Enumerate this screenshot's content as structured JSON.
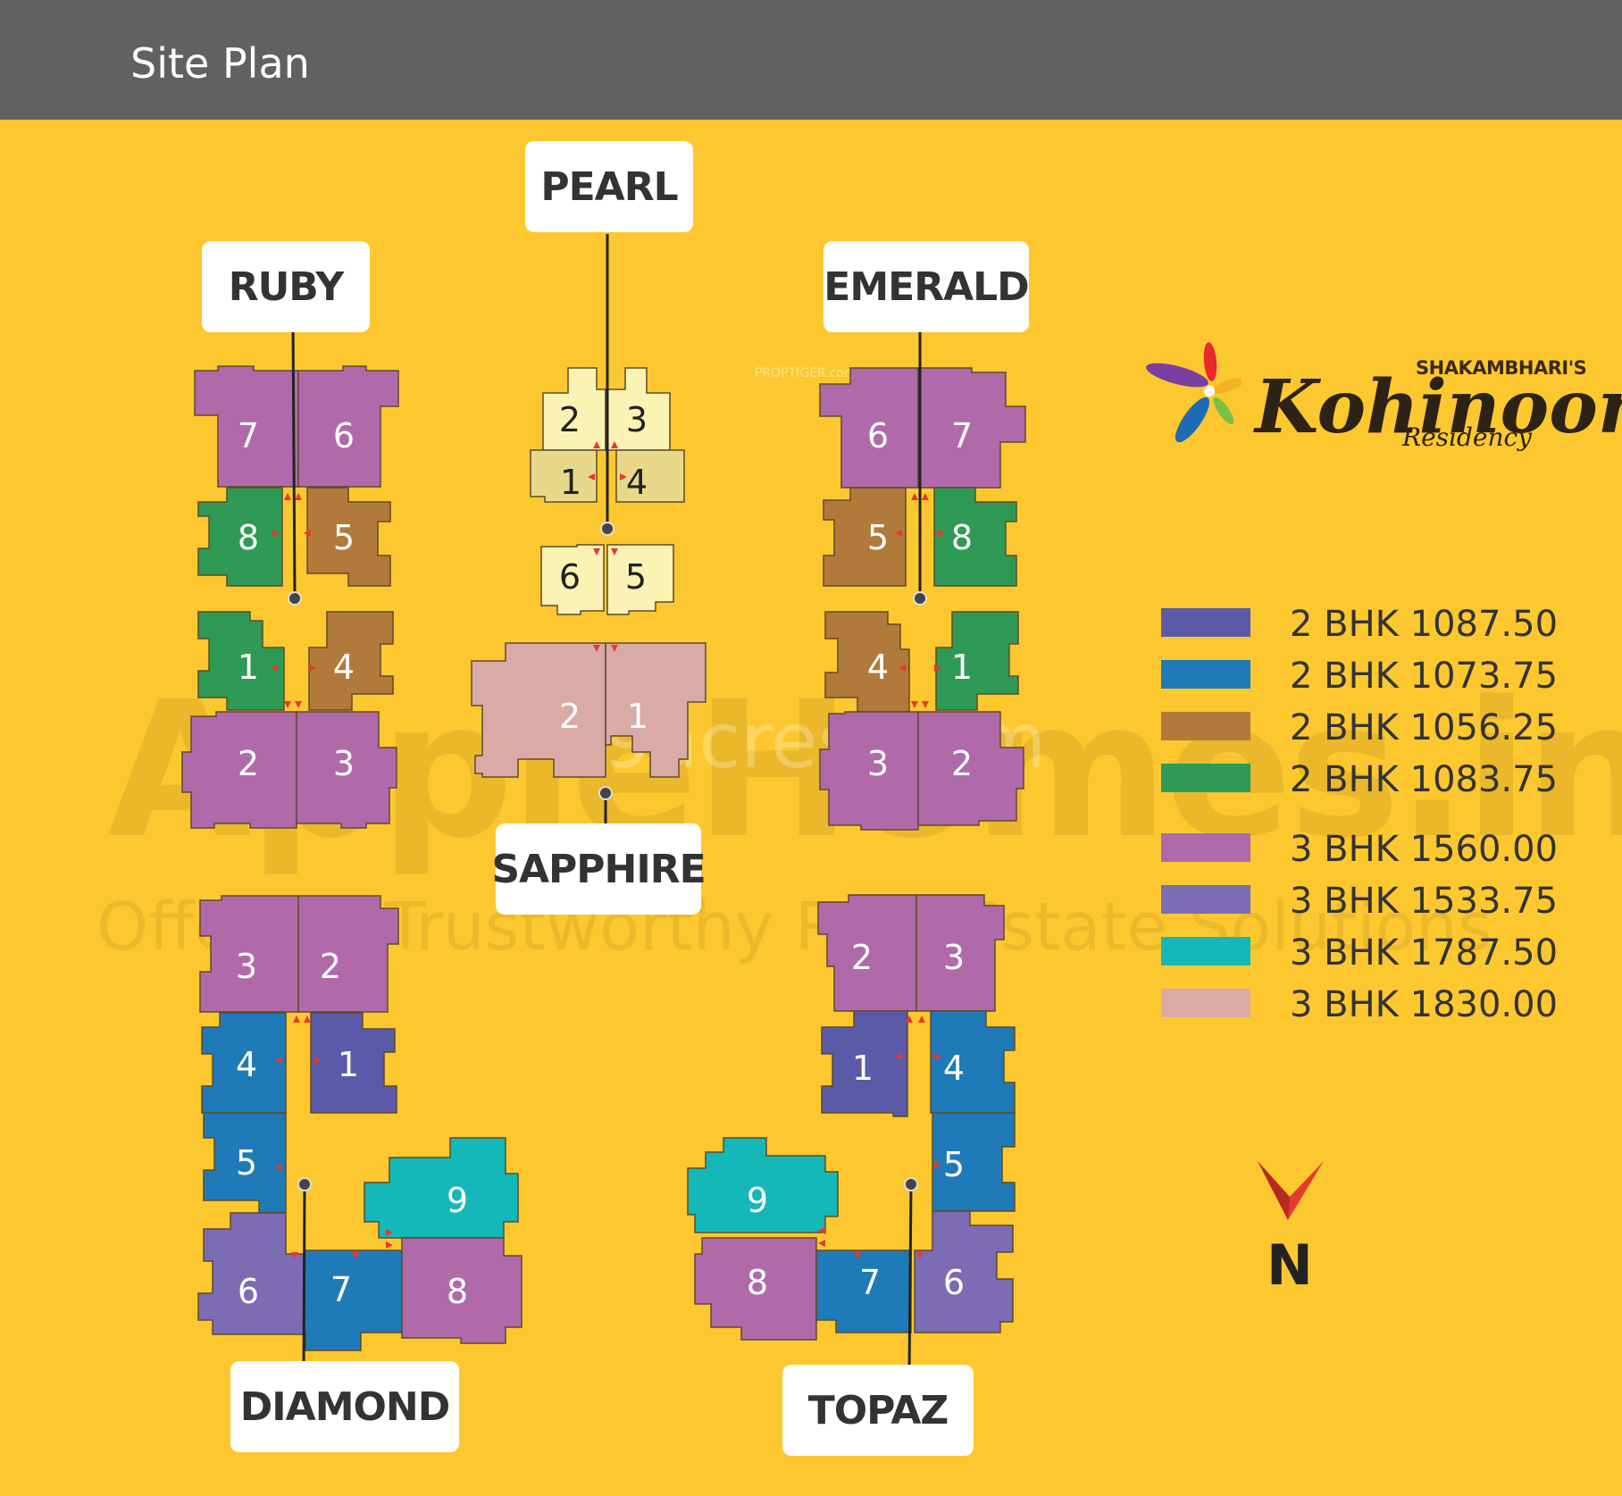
{
  "page_title": "Site Plan",
  "colors": {
    "background": "#fdc82f",
    "header": "#616161",
    "bhk2_1087": "#5a5aa8",
    "bhk2_1073": "#1f7ab8",
    "bhk2_1056": "#b27a3a",
    "bhk2_1083": "#2e9a55",
    "bhk3_1560": "#b06aaa",
    "bhk3_1533": "#7b6cb4",
    "bhk3_1787": "#14b8b8",
    "bhk3_1830": "#d9aaa6",
    "pearl_light": "#fbf3b4",
    "pearl_mid": "#e8d98a",
    "north_arrow": "#e43a30"
  },
  "blocks": {
    "ruby": {
      "name": "RUBY",
      "units": [
        "7",
        "6",
        "8",
        "5",
        "1",
        "4",
        "2",
        "3"
      ]
    },
    "pearl": {
      "name": "PEARL",
      "units": [
        "2",
        "3",
        "1",
        "4",
        "6",
        "5"
      ]
    },
    "emerald": {
      "name": "EMERALD",
      "units": [
        "6",
        "7",
        "5",
        "8",
        "4",
        "1",
        "3",
        "2"
      ]
    },
    "sapphire": {
      "name": "SAPPHIRE",
      "units": [
        "2",
        "1"
      ]
    },
    "diamond": {
      "name": "DIAMOND",
      "units": [
        "3",
        "2",
        "4",
        "1",
        "5",
        "9",
        "6",
        "7",
        "8"
      ]
    },
    "topaz": {
      "name": "TOPAZ",
      "units": [
        "2",
        "3",
        "1",
        "4",
        "9",
        "5",
        "8",
        "7",
        "6"
      ]
    }
  },
  "legend": [
    {
      "label": "2 BHK 1087.50",
      "color": "#5a5aa8"
    },
    {
      "label": "2 BHK 1073.75",
      "color": "#1f7ab8"
    },
    {
      "label": "2 BHK 1056.25",
      "color": "#b27a3a"
    },
    {
      "label": "2 BHK 1083.75",
      "color": "#2e9a55"
    },
    {
      "label": "3 BHK 1560.00",
      "color": "#b06aaa"
    },
    {
      "label": "3 BHK 1533.75",
      "color": "#7b6cb4"
    },
    {
      "label": "3 BHK 1787.50",
      "color": "#14b8b8"
    },
    {
      "label": "3 BHK 1830.00",
      "color": "#d9aaa6"
    }
  ],
  "brand": {
    "top": "SHAKAMBHARI'S",
    "name": "Kohinoor",
    "sub": "Residency"
  },
  "north_label": "N",
  "watermarks": {
    "big": "AppleHomes.in",
    "tagline": "Offering Trustworthy Real Estate Solutions",
    "center": "99acres.com",
    "small": "PROPTIGER.com"
  }
}
